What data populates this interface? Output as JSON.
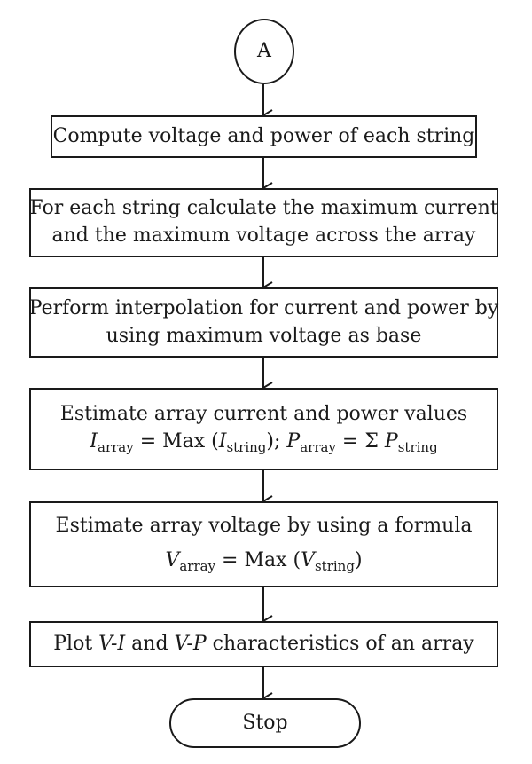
{
  "diagram": {
    "start": {
      "label": "A"
    },
    "steps": [
      {
        "line1": "Compute voltage and power of each string"
      },
      {
        "line1": "For each string calculate the maximum current",
        "line2": "and the maximum voltage across the array"
      },
      {
        "line1": "Perform interpolation for current and power by",
        "line2": "using maximum voltage as base"
      },
      {
        "line1": "Estimate array current and power values",
        "formula": {
          "i": "I",
          "array_sub": "array",
          "eq": " = Max (",
          "string_sub": "string",
          "close": "); ",
          "p": "P",
          "p_array_sub": "array",
          "sum": " = Σ ",
          "p2": "P",
          "p_string_sub": "string"
        }
      },
      {
        "line1": "Estimate array voltage by using a formula",
        "formula": {
          "v": "V",
          "array_sub": "array",
          "eq": " = Max (",
          "v2": "V",
          "string_sub": "string",
          "close": ")"
        }
      },
      {
        "text": {
          "pre": "Plot ",
          "vi": "V-I",
          "and": " and ",
          "vp": "V-P",
          "post": " characteristics of an array"
        }
      }
    ],
    "end": {
      "label": "Stop"
    }
  },
  "colors": {
    "stroke": "#1a1a1a",
    "background": "#ffffff"
  }
}
